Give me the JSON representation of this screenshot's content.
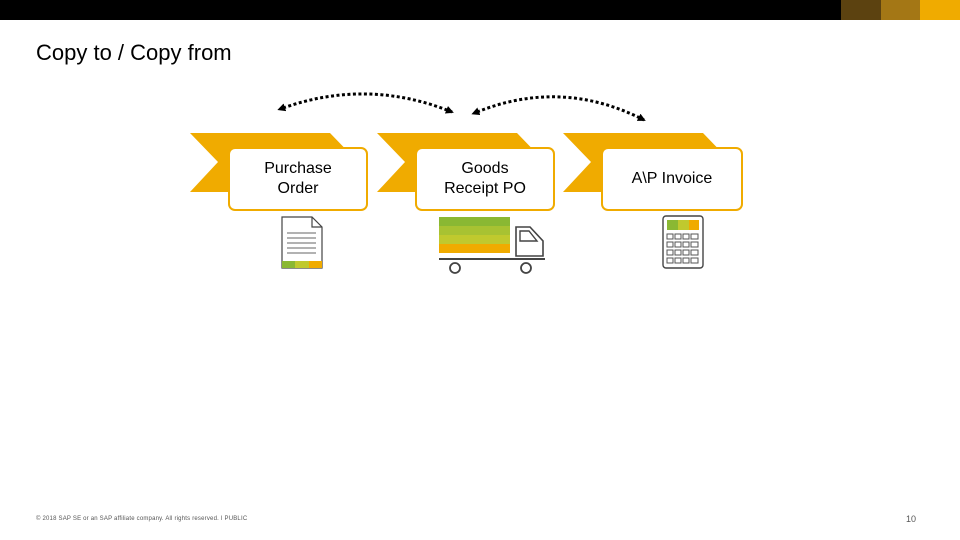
{
  "slide": {
    "title": "Copy to / Copy from",
    "footer": "© 2018 SAP SE or an SAP affiliate company. All rights reserved.  ǀ  PUBLIC",
    "page_number": "10"
  },
  "steps": [
    {
      "line1": "Purchase",
      "line2": "Order",
      "icon": "document-icon"
    },
    {
      "line1": "Goods",
      "line2": "Receipt PO",
      "icon": "truck-icon"
    },
    {
      "line1": "A\\P Invoice",
      "line2": "",
      "icon": "calculator-icon"
    }
  ],
  "colors": {
    "accent": "#f0ab00",
    "accent_dark": "#a47715",
    "accent_darkest": "#5c4210",
    "green": "#8ab833",
    "yellow_green": "#c0c92e"
  }
}
